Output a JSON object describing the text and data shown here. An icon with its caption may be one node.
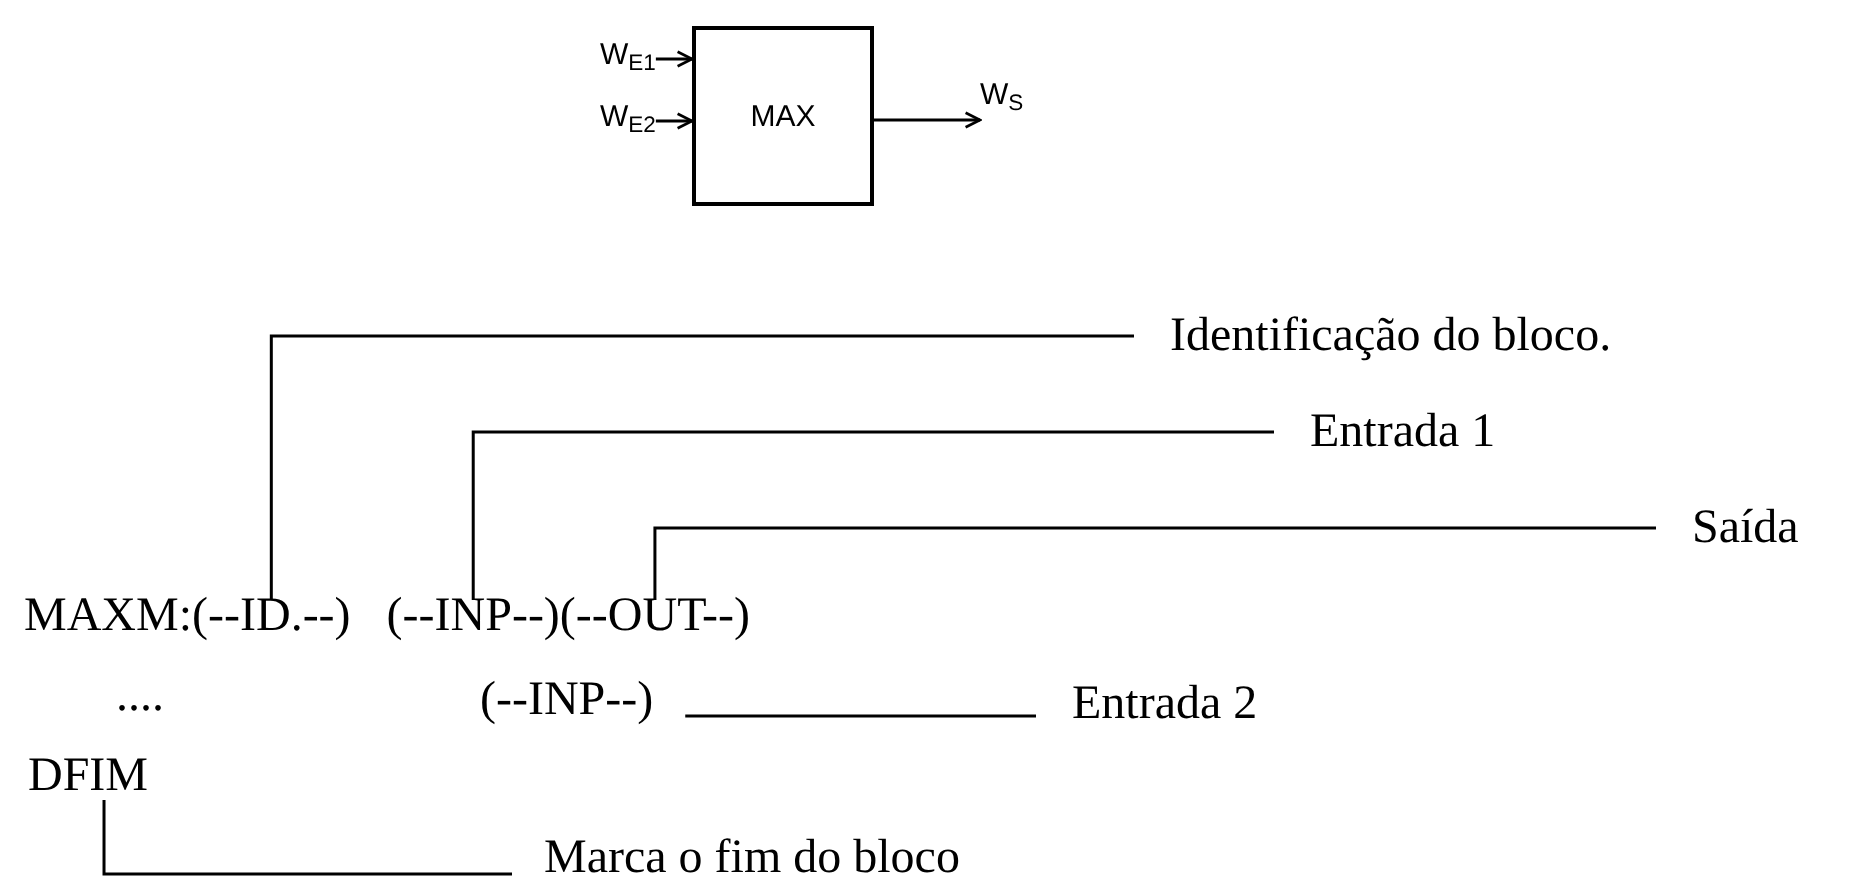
{
  "diagram": {
    "nodes": [
      {
        "text": [
          "W$_{E1}$"
        ]
      },
      {
        "text": [
          "W$_{E2}$"
        ]
      },
      {
        "text": [
          "MAX"
        ]
      },
      {
        "text": [
          "W$_{S}$"
        ]
      },
      {
        "text": [
          "(--ID.--)"
        ]
      },
      {
        "text": [
          "(--INP--)"
        ]
      },
      {
        "text": [
          "(--OUT--)"
        ]
      },
      {
        "text": [
          "(--INP--)"
        ]
      },
      {
        "text": [
          "DFIM"
        ]
      },
      {
        "text": [
          "Identificação do bloco."
        ]
      },
      {
        "text": [
          "Entrada 1"
        ]
      },
      {
        "text": [
          "Saída"
        ]
      },
      {
        "text": [
          "Entrada 2"
        ]
      },
      {
        "text": [
          "Marca o fim do bloco"
        ]
      }
    ],
    "edges": [
      {
        "from": 0,
        "to": 2,
        "arrow": "to"
      },
      {
        "from": 1,
        "to": 2,
        "arrow": "to"
      },
      {
        "from": 2,
        "to": 3,
        "arrow": "to"
      },
      {
        "from": 4,
        "to": 9,
        "arrow": "none"
      },
      {
        "from": 5,
        "to": 10,
        "arrow": "none"
      },
      {
        "from": 6,
        "to": 11,
        "arrow": "none"
      },
      {
        "from": 7,
        "to": 12,
        "arrow": "none"
      },
      {
        "from": 8,
        "to": 13,
        "arrow": "none"
      }
    ],
    "labels": [
      "MAXM:",
      "...."
    ]
  }
}
